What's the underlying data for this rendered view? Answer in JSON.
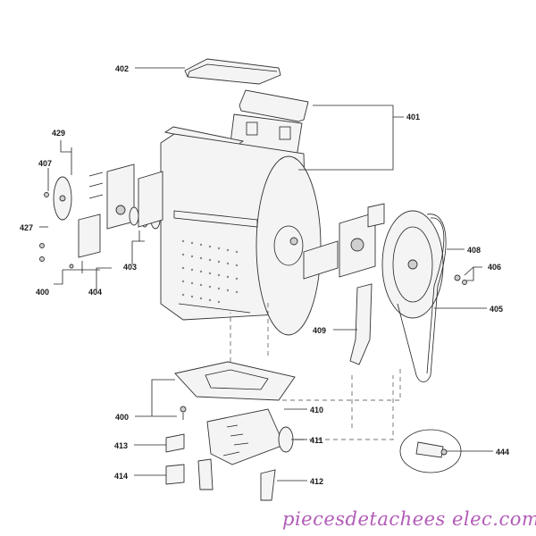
{
  "labels": {
    "l402": "402",
    "l401": "401",
    "l429": "429",
    "l407": "407",
    "l427": "427",
    "l400a": "400",
    "l403": "403",
    "l404": "404",
    "l408": "408",
    "l406": "406",
    "l405": "405",
    "l409": "409",
    "l400b": "400",
    "l410": "410",
    "l413": "413",
    "l411": "411",
    "l414": "414",
    "l412": "412",
    "l444": "444"
  },
  "watermark": "piecesdetachees elec.com",
  "colors": {
    "watermark": "#b25ab8",
    "line": "#222222"
  }
}
